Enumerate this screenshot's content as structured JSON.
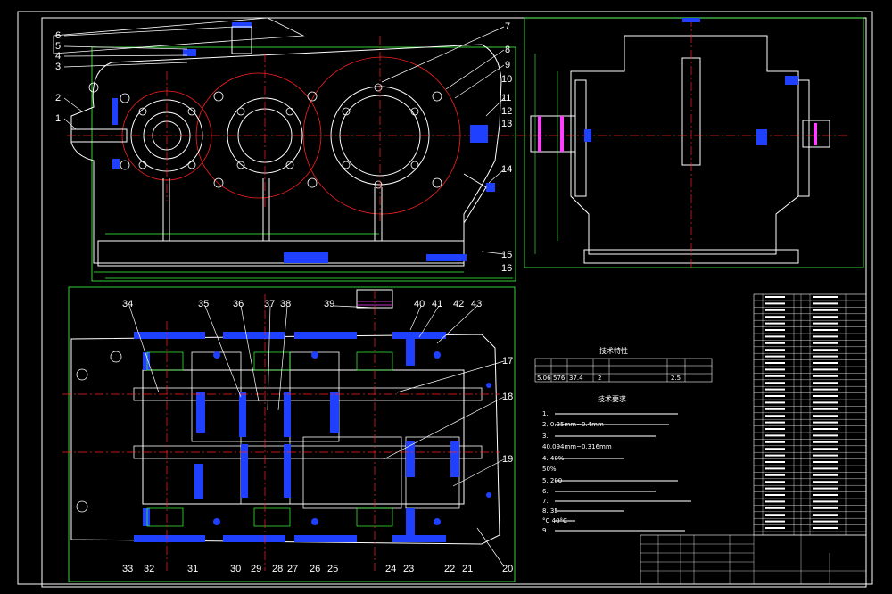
{
  "drawing": {
    "colors": {
      "background": "#000000",
      "outline": "#ffffff",
      "center_line": "#ff2020",
      "dimension": "#40ff40",
      "section_fill": "#2040ff",
      "hatch": "#ff40ff",
      "frame": "#ffffff"
    },
    "front_view_labels": [
      "1",
      "2",
      "3",
      "4",
      "5",
      "6",
      "7",
      "8",
      "9",
      "10",
      "11",
      "12",
      "13",
      "14",
      "15",
      "16"
    ],
    "plan_view_labels_top": [
      "34",
      "35",
      "36",
      "37",
      "38",
      "39",
      "40",
      "41",
      "42",
      "43",
      "17",
      "18",
      "19"
    ],
    "plan_view_labels_bottom": [
      "33",
      "32",
      "31",
      "30",
      "29",
      "28",
      "27",
      "26",
      "25",
      "24",
      "23",
      "22",
      "21",
      "20"
    ],
    "notes": {
      "spec_title": "技术特性",
      "spec_values": [
        "5.06",
        "576",
        "2",
        "37.4",
        "2.5"
      ],
      "requirements_title": "技术要求",
      "requirement_lines": [
        "1.",
        "2.                0.25mm~0.4mm",
        "3.",
        "  40.094mm~0.316mm",
        "4.                      40%",
        "  50%",
        "5.                 200",
        "6.",
        "7.",
        "8.                              35",
        "  °C                  40°C",
        "9."
      ]
    }
  }
}
